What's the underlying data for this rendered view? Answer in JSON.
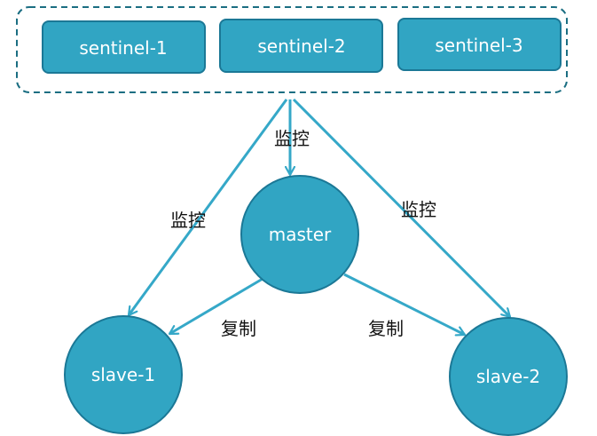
{
  "colors": {
    "node_fill": "#31A5C3",
    "node_stroke": "#1B7896",
    "arrow": "#35A8C8",
    "group_border": "#1B6E82"
  },
  "sentinels": [
    {
      "label": "sentinel-1"
    },
    {
      "label": "sentinel-2"
    },
    {
      "label": "sentinel-3"
    }
  ],
  "master": {
    "label": "master"
  },
  "slaves": [
    {
      "label": "slave-1"
    },
    {
      "label": "slave-2"
    }
  ],
  "edges": {
    "monitor_master": "监控",
    "monitor_slave_1": "监控",
    "monitor_slave_2": "监控",
    "replicate_slave_1": "复制",
    "replicate_slave_2": "复制"
  }
}
